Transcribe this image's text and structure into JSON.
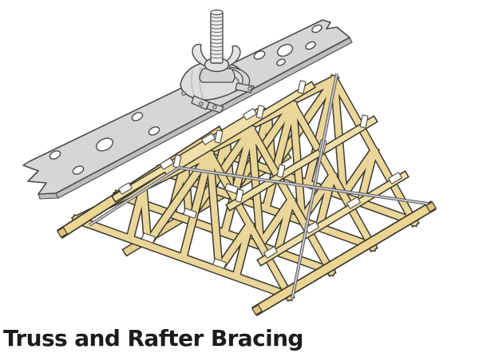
{
  "title": {
    "text": "Truss and Rafter Bracing"
  },
  "illustration": {
    "parts": [
      {
        "name": "metal-truss-clamp-strap"
      },
      {
        "name": "wing-nut-threaded-rod-clamp"
      },
      {
        "name": "timber-truss-assembly"
      },
      {
        "name": "eave-binder-beams"
      },
      {
        "name": "roof-purlins"
      },
      {
        "name": "spacer-blocks"
      },
      {
        "name": "diagonal-wire-braces"
      }
    ],
    "colors": {
      "wood_top": "#ead699",
      "wood_light": "#f0dfa6",
      "wood_end_grain": "#dec27a",
      "wood_outline": "#3a382f",
      "metal": "#d6d6d7",
      "metal_shade": "#bdbdbe",
      "metal_outline": "#4a4a4a",
      "wire": "#cdcdce",
      "block": "#fdfdfd",
      "title_text": "#1c1c1c",
      "background": "#ffffff"
    }
  }
}
